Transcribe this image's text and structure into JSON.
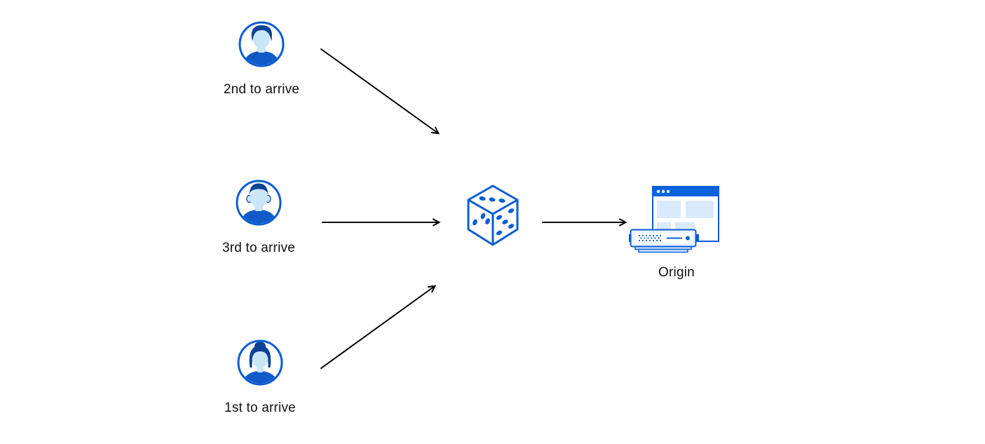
{
  "diagram": {
    "background_color": "#ffffff",
    "palette": {
      "primary_blue": "#0b5cd5",
      "dark_navy": "#0d4296",
      "face_light_blue": "#c9e6f6",
      "pale_blue_fill": "#d9eafc",
      "shirt_blue": "#115ac8",
      "arrow_color": "#000000",
      "label_color": "#111111"
    },
    "nodes": {
      "visitor_second": {
        "label": "2nd to arrive",
        "icon": "avatar-man-swept-hair-icon"
      },
      "visitor_third": {
        "label": "3rd to arrive",
        "icon": "avatar-man-short-hair-icon"
      },
      "visitor_first": {
        "label": "1st to arrive",
        "icon": "avatar-woman-bun-icon"
      },
      "random_selector": {
        "icon": "dice-icon"
      },
      "origin": {
        "label": "Origin",
        "icon": "origin-server-icon"
      }
    },
    "edges": [
      {
        "from": "visitor_second",
        "to": "random_selector"
      },
      {
        "from": "visitor_third",
        "to": "random_selector"
      },
      {
        "from": "visitor_first",
        "to": "random_selector"
      },
      {
        "from": "random_selector",
        "to": "origin"
      }
    ]
  }
}
